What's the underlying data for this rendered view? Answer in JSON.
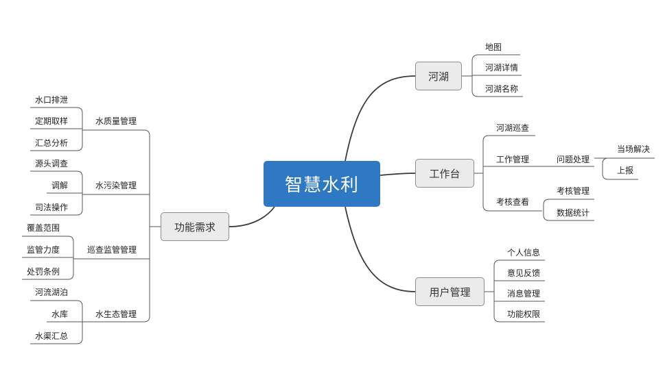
{
  "root": "智慧水利",
  "right": {
    "hehu": {
      "label": "河湖",
      "items": [
        "地图",
        "河湖详情",
        "河湖名称"
      ]
    },
    "gongzuotai": {
      "label": "工作台",
      "inspection": "河湖巡查",
      "work_mgmt": {
        "label": "工作管理",
        "problem": {
          "label": "问题处理",
          "items": [
            "当场解决",
            "上报"
          ]
        }
      },
      "assessment": {
        "label": "考核查看",
        "items": [
          "考核管理",
          "数据统计"
        ]
      }
    },
    "user_mgmt": {
      "label": "用户管理",
      "items": [
        "个人信息",
        "意见反馈",
        "消息管理",
        "功能权限"
      ]
    }
  },
  "left": {
    "label": "功能需求",
    "groups": [
      {
        "label": "水质量管理",
        "items": [
          "水口排泄",
          "定期取样",
          "汇总分析"
        ]
      },
      {
        "label": "水污染管理",
        "items": [
          "源头调查",
          "调解",
          "司法操作"
        ]
      },
      {
        "label": "巡查监管管理",
        "items": [
          "覆盖范围",
          "监管力度",
          "处罚条例"
        ]
      },
      {
        "label": "水生态管理",
        "items": [
          "河流湖泊",
          "水库",
          "水渠汇总"
        ]
      }
    ]
  }
}
